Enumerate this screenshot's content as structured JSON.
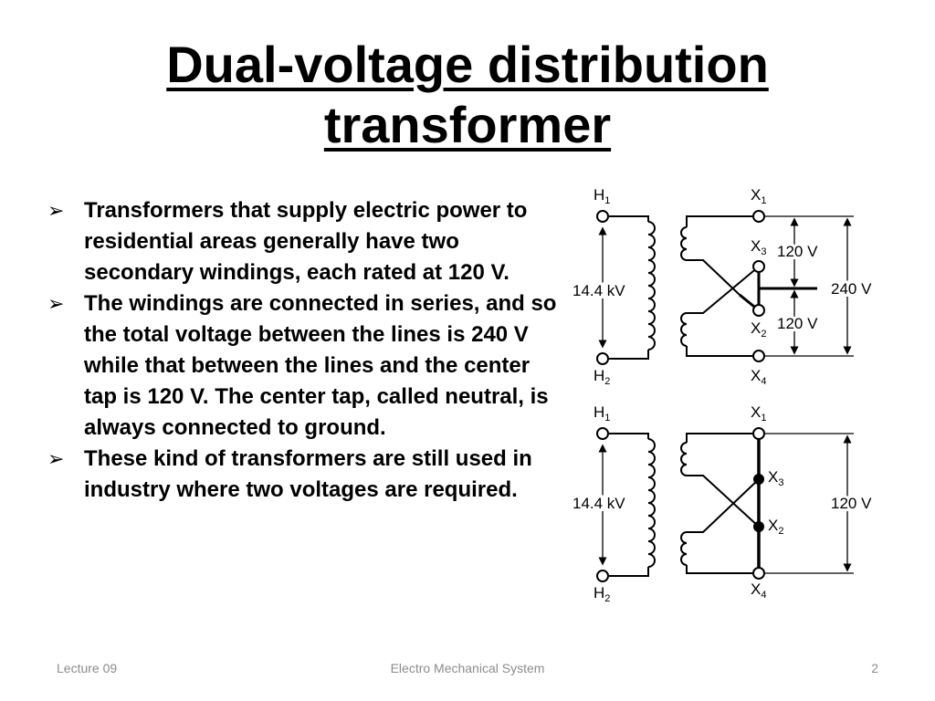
{
  "slide": {
    "title_line1": "Dual-voltage distribution",
    "title_line2": "transformer",
    "bullets": [
      "Transformers that supply electric power to residential areas generally have two secondary windings, each rated at 120 V.",
      "The windings are connected in series, and so the total voltage between the lines is 240 V while that between the lines and the center tap is 120 V. The center tap, called neutral, is always connected to ground.",
      "These kind of transformers are still used in industry where two voltages are required."
    ],
    "bullet_glyph": "➢"
  },
  "diagram_top": {
    "h1": "H",
    "h1_sub": "1",
    "h2": "H",
    "h2_sub": "2",
    "x1": "X",
    "x1_sub": "1",
    "x2": "X",
    "x2_sub": "2",
    "x3": "X",
    "x3_sub": "3",
    "x4": "X",
    "x4_sub": "4",
    "primary_voltage": "14.4 kV",
    "upper_voltage": "120 V",
    "lower_voltage": "120 V",
    "total_voltage": "240 V"
  },
  "diagram_bottom": {
    "h1": "H",
    "h1_sub": "1",
    "h2": "H",
    "h2_sub": "2",
    "x1": "X",
    "x1_sub": "1",
    "x2": "X",
    "x2_sub": "2",
    "x3": "X",
    "x3_sub": "3",
    "x4": "X",
    "x4_sub": "4",
    "primary_voltage": "14.4 kV",
    "total_voltage": "120 V"
  },
  "footer": {
    "left": "Lecture 09",
    "center": "Electro Mechanical System",
    "right": "2"
  }
}
